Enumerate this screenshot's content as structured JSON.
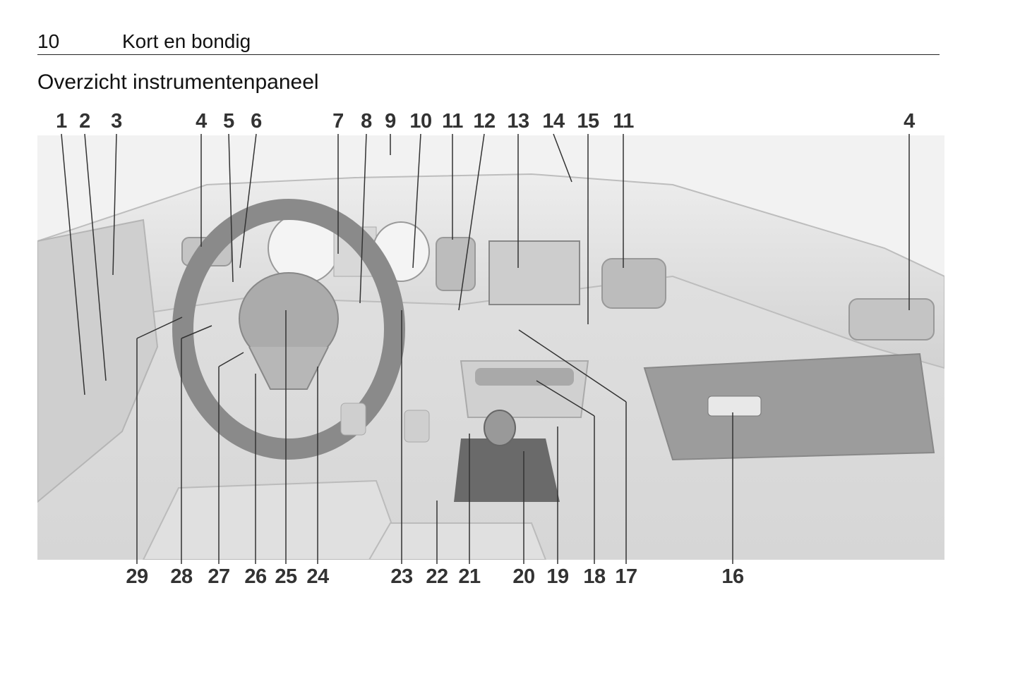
{
  "header": {
    "page_number": "10",
    "chapter": "Kort en bondig"
  },
  "section_title": "Overzicht instrumentenpaneel",
  "figure": {
    "top_callouts": [
      "1",
      "2",
      "3",
      "4",
      "5",
      "6",
      "7",
      "8",
      "9",
      "10",
      "11",
      "12",
      "13",
      "14",
      "15",
      "11",
      "4"
    ],
    "bottom_callouts": [
      "29",
      "28",
      "27",
      "26",
      "25",
      "24",
      "23",
      "22",
      "21",
      "20",
      "19",
      "18",
      "17",
      "16"
    ]
  }
}
